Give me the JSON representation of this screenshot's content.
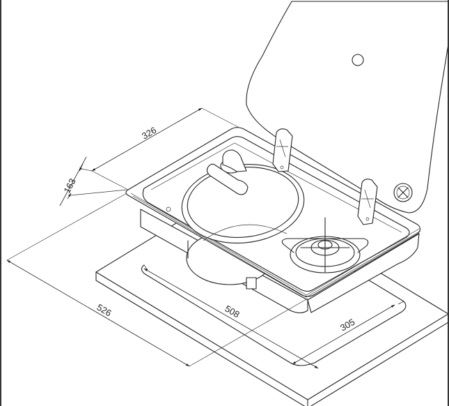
{
  "drawing": {
    "dimensions": {
      "depth_top": "326",
      "height": "163",
      "width_overall": "526",
      "cutout_width": "508",
      "cutout_depth": "305"
    },
    "colors": {
      "line": "#222222",
      "background": "#ffffff"
    }
  }
}
